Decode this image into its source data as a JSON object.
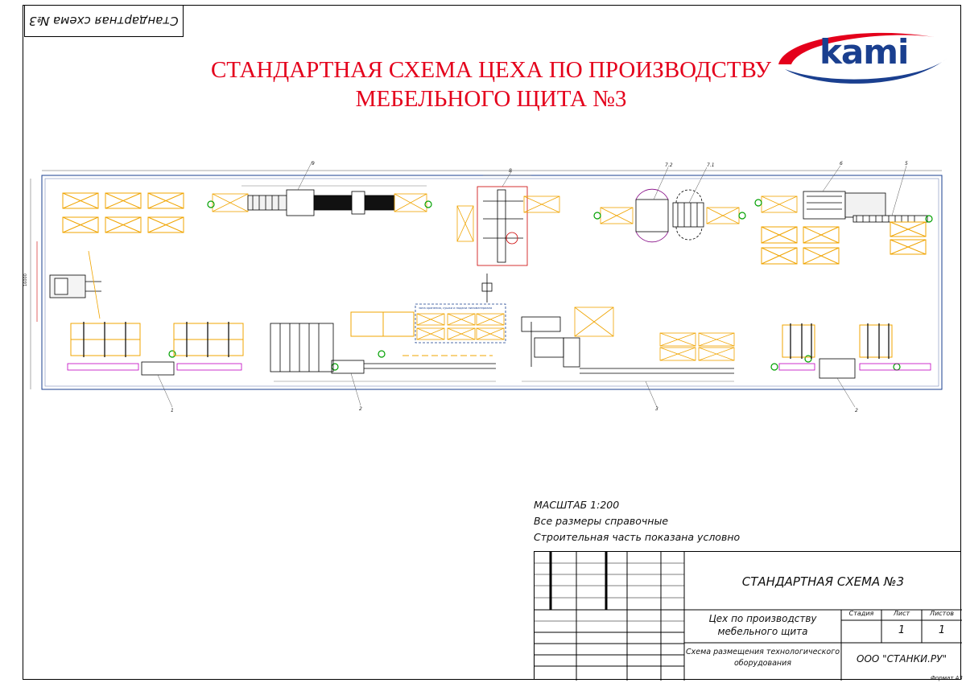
{
  "stamp_top": "Стандартная схема №3",
  "title_line1": "СТАНДАРТНАЯ СХЕМА ЦЕХА ПО ПРОИЗВОДСТВУ",
  "title_line2": "МЕБЕЛЬНОГО ЩИТА №3",
  "logo": {
    "text": "kami",
    "color_red": "#e4001b",
    "color_blue": "#1a3f8f"
  },
  "plan": {
    "callouts_top": [
      "9",
      "8",
      "7.2",
      "7.1",
      "6",
      "5"
    ],
    "callouts_bottom": [
      "1",
      "2",
      "3",
      "2"
    ],
    "note_label": "зона хранения, сушки и подачи пиломатериала"
  },
  "notes": {
    "scale": "МАСШТАБ 1:200",
    "line2": "Все размеры справочные",
    "line3": "Строительная часть показана условно"
  },
  "title_block": {
    "main_title": "СТАНДАРТНАЯ СХЕМА №3",
    "object_line1": "Цех по производству",
    "object_line2": "мебельного щита",
    "col_stage": "Стадия",
    "col_sheet": "Лист",
    "col_sheets": "Листов",
    "sheet_value": "1",
    "sheets_value": "1",
    "doc_line1": "Схема размещения технологического",
    "doc_line2": "оборудования",
    "company": "ООО \"СТАНКИ.РУ\"",
    "format": "Формат А3"
  }
}
